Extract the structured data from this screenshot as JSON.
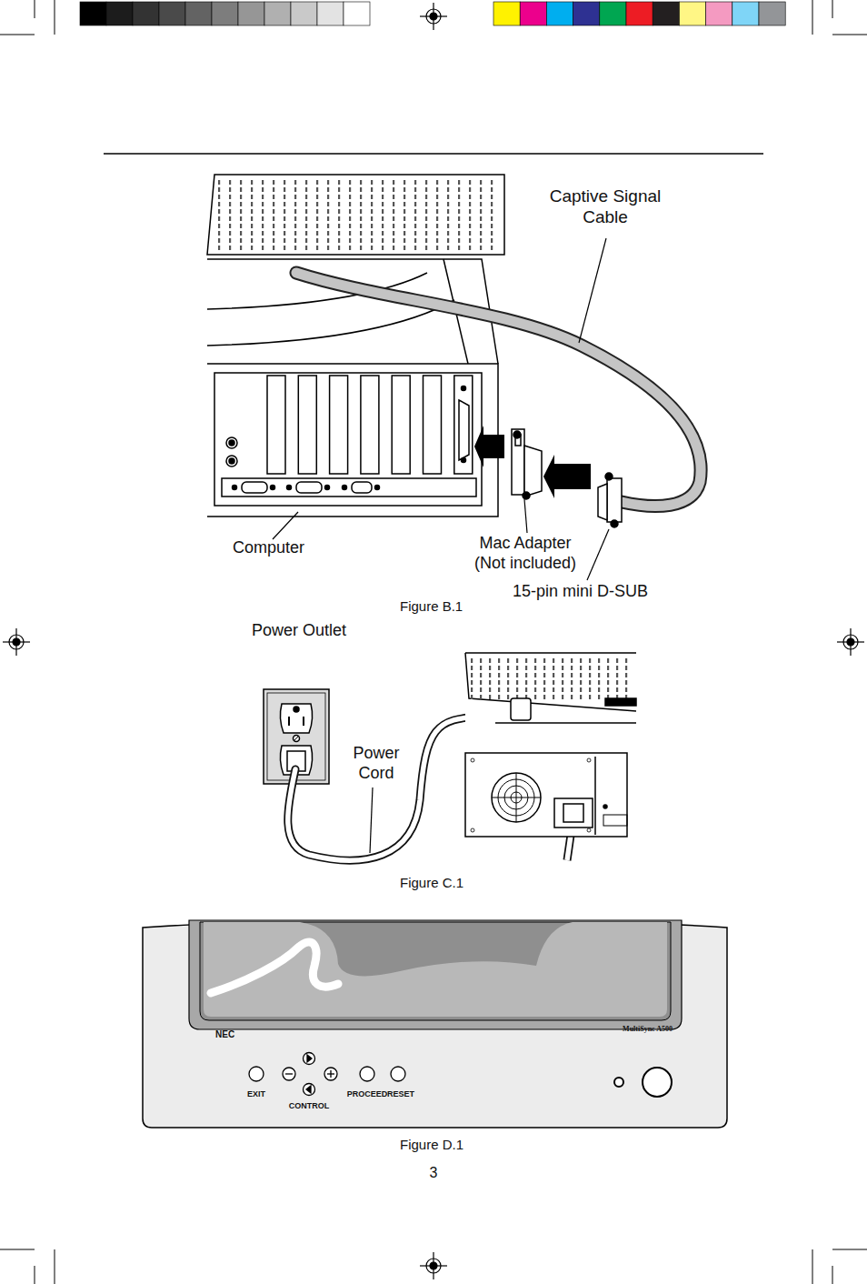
{
  "diagram": {
    "labels": [
      "Captive Signal Cable",
      "Computer",
      "Mac Adapter (Not included)",
      "15-pin mini D-SUB",
      "Figure B.1",
      "Power Outlet",
      "Power Cord",
      "Figure C.1",
      "NEC",
      "MultiSync A500",
      "EXIT",
      "CONTROL",
      "PROCEED",
      "RESET",
      "Figure D.1",
      "3"
    ]
  }
}
